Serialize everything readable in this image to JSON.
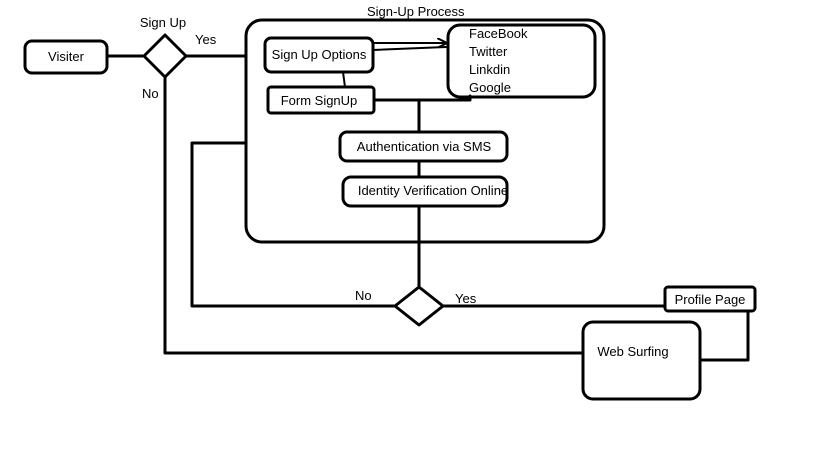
{
  "nodes": {
    "visiter": "Visiter",
    "signup_decision": "Sign Up",
    "process_title": "Sign-Up Process",
    "signup_options": "Sign Up Options",
    "form_signup": "Form SignUp",
    "providers": [
      "FaceBook",
      "Twitter",
      "Linkdin",
      "Google"
    ],
    "auth_sms": "Authentication via SMS",
    "identity_verification": "Identity Verification Online",
    "profile_page": "Profile Page",
    "web_surfing": "Web Surfing"
  },
  "edges": {
    "signup_yes": "Yes",
    "signup_no": "No",
    "verify_no": "No",
    "verify_yes": "Yes"
  },
  "colors": {
    "stroke": "#000000",
    "background": "#ffffff"
  }
}
